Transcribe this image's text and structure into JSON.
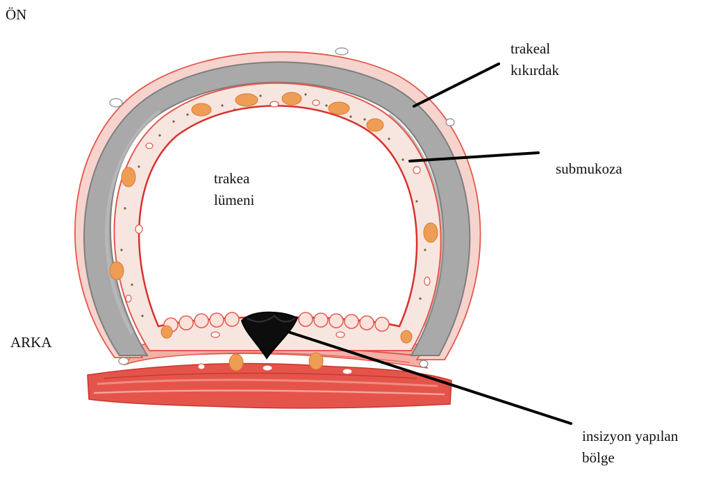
{
  "labels": {
    "front": "ÖN",
    "back": "ARKA",
    "cartilage": [
      "trakeal",
      "kıkırdak"
    ],
    "submucosa": "submukoza",
    "lumen": [
      "trakea",
      "lümeni"
    ],
    "incision": [
      "insizyon yapılan",
      "bölge"
    ]
  },
  "colors": {
    "cartilage": "#a9a9a9",
    "cartilage_border": "#7e7e7e",
    "outer_tissue": "#f3c4bd",
    "outer_line": "#e4574b",
    "submucosa_fill": "#f7e6df",
    "lumen_border": "#d9302c",
    "muscle": "#e5544a",
    "muscle_light": "#f08b80",
    "gland": "#ee9d54",
    "incision_mark": "#0d0d0d",
    "leader_line": "#000000"
  }
}
